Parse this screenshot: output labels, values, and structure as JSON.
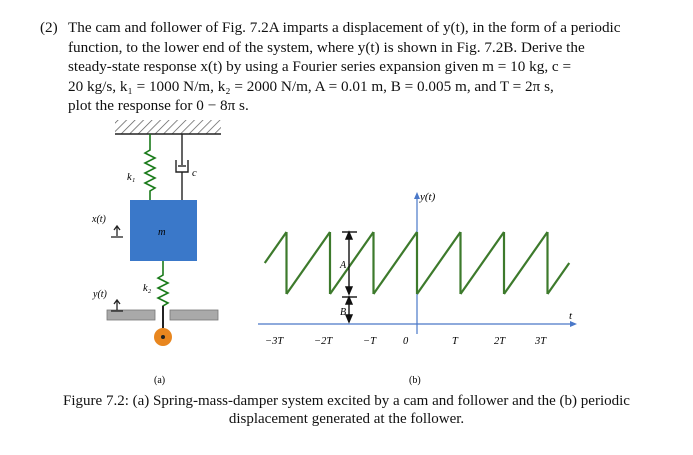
{
  "problem": {
    "number": "(2)",
    "lines": [
      "The cam and follower of Fig. 7.2A imparts a displacement of y(t), in the form of a periodic",
      "function, to the lower end of the system, where y(t) is shown in Fig. 7.2B. Derive the",
      "steady-state response x(t) by using a Fourier series expansion given m = 10 kg, c =",
      "20 kg/s, k₁ = 1000 N/m, k₂ = 2000 N/m, A = 0.01 m, B = 0.005 m, and T = 2π s,",
      "plot the response for 0 − 8π s."
    ]
  },
  "figure_a": {
    "label_k1": "k₁",
    "label_c": "c",
    "label_m": "m",
    "label_k2": "k₂",
    "label_x": "x(t)",
    "label_y": "y(t)",
    "sublabel": "(a)"
  },
  "figure_b": {
    "y_axis_label": "y(t)",
    "x_axis_label": "t",
    "label_A": "A",
    "label_B": "B",
    "ticks": [
      "−3T",
      "−2T",
      "−T",
      "0",
      "T",
      "2T",
      "3T"
    ],
    "sublabel": "(b)"
  },
  "chart_data": {
    "type": "line",
    "title": "",
    "xlabel": "t",
    "ylabel": "y(t)",
    "x_ticks": [
      "−3T",
      "−2T",
      "−T",
      "0",
      "T",
      "2T",
      "3T"
    ],
    "waveform": "sawtooth",
    "period_T": 1,
    "periods_shown": [
      -3.5,
      3.5
    ],
    "amplitude_A": 1,
    "offset_B": 0.5
  },
  "caption": {
    "line1": "Figure 7.2: (a) Spring-mass-damper system excited by a cam and follower and the (b) periodic",
    "line2": "displacement generated at the follower."
  },
  "colors": {
    "mass": "#3a78c9",
    "wave": "#3d7a2c",
    "follower": "#e8861f",
    "ground": "#a9a9a9"
  }
}
